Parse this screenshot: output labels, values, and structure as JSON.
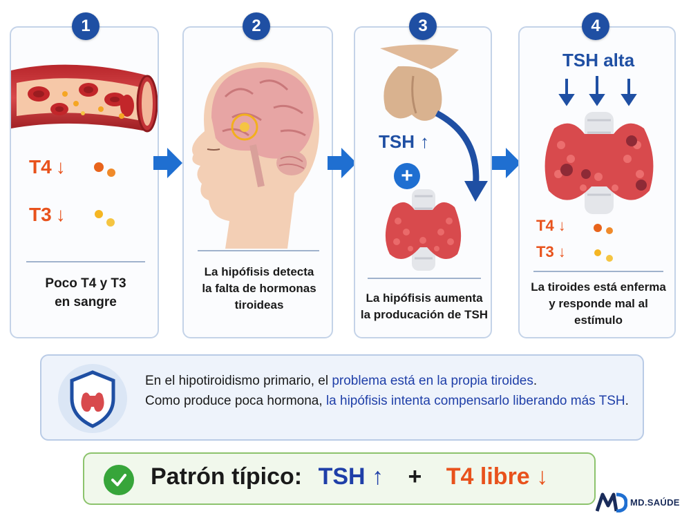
{
  "steps": [
    {
      "number": "1",
      "caption": "Poco T4 y T3\nen sangre",
      "t4_label": "T4",
      "t3_label": "T3",
      "down_arrow": "↓"
    },
    {
      "number": "2",
      "caption": "La hipófisis detecta\nla falta de hormonas\ntiroideas"
    },
    {
      "number": "3",
      "tsh_label": "TSH",
      "up_arrow": "↑",
      "plus": "+",
      "caption": "La hipófisis aumenta\nla producación de TSH"
    },
    {
      "number": "4",
      "tsh_high": "TSH alta",
      "t4_label": "T4",
      "t3_label": "T3",
      "down_arrow": "↓",
      "caption": "La tiroides está enferma\ny responde mal al\nestímulo"
    }
  ],
  "info": {
    "part1": "En el hipotiroidismo primario, el ",
    "hl1": "problema está en la propia tiroides",
    "part2": ".",
    "part3": "Como produce poca hormona, ",
    "hl2": "la hipófisis intenta compensarlo liberando más TSH",
    "part4": "."
  },
  "pattern": {
    "label": "Patrón típico:",
    "tsh": "TSH",
    "up_arrow": "↑",
    "plus": "+",
    "t4": "T4 libre",
    "down_arrow": "↓"
  },
  "brand": {
    "name": "MD.SAÚDE"
  },
  "colors": {
    "blue": "#1f4fa3",
    "orange": "#e8521c",
    "green": "#37a53a",
    "panel_border": "#c4d3e8"
  }
}
